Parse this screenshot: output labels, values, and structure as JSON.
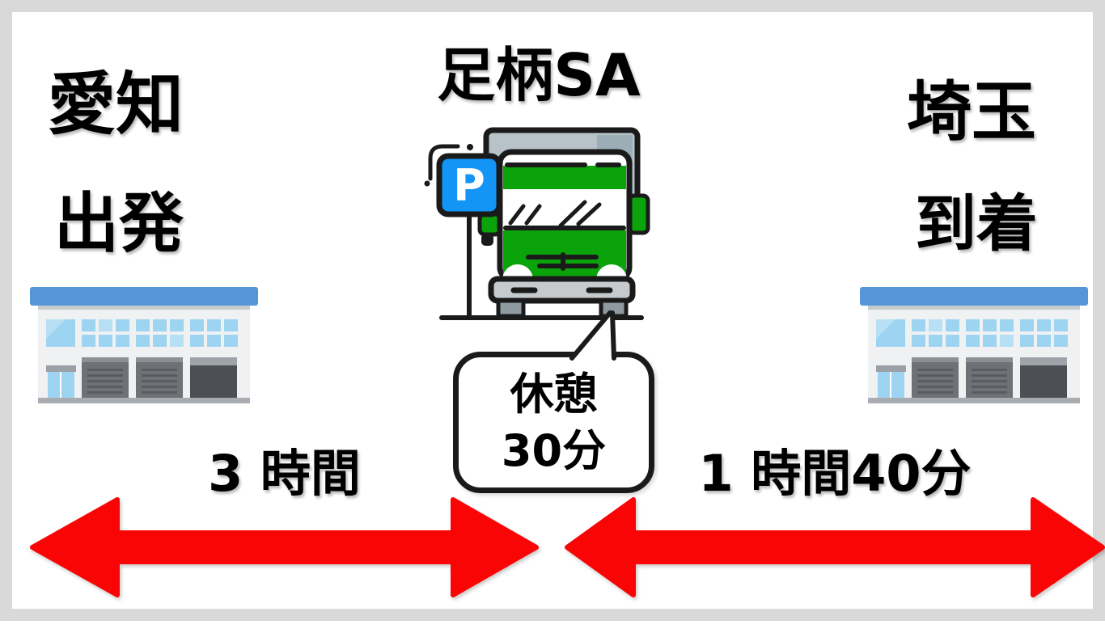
{
  "origin": {
    "prefecture": "愛知",
    "status": "出発"
  },
  "destination": {
    "prefecture": "埼玉",
    "status": "到着"
  },
  "rest_stop": {
    "name": "足柄SA",
    "parking_sign_letter": "P",
    "bubble": {
      "line1": "休憩",
      "line2": "30分"
    }
  },
  "segments": {
    "first": {
      "duration": "3 時間"
    },
    "second": {
      "duration": "1 時間40分"
    }
  },
  "colors": {
    "frame_gray": "#d9d9d9",
    "arrow_red": "#fa0505",
    "truck_green": "#0aa40a",
    "parking_blue": "#1395f5",
    "roof_blue": "#5596d8",
    "window_blue": "#9dd4f2",
    "outline_black": "#1a1a1a"
  }
}
